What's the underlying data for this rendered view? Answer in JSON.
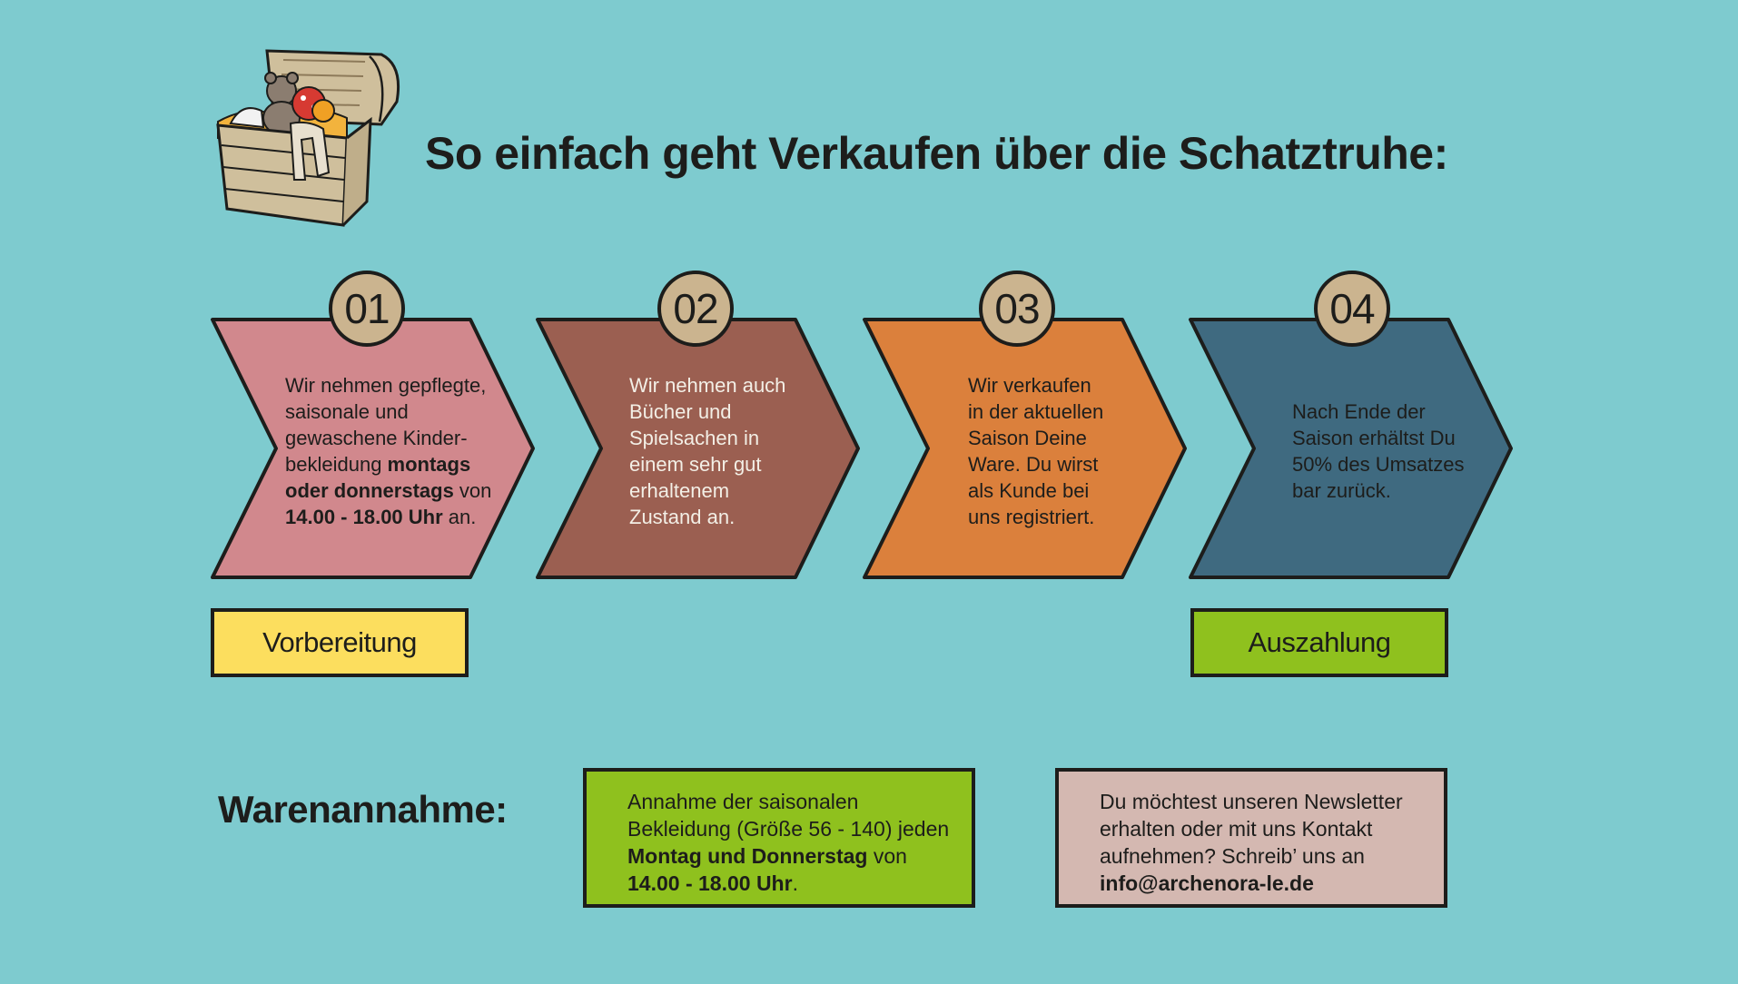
{
  "header": {
    "title": "So einfach geht Verkaufen über die Schatztruhe:"
  },
  "colors": {
    "background": "#7ecbcf",
    "step1": "#d1888d",
    "step2": "#9b5f51",
    "step3": "#db803c",
    "step4": "#3f6a80",
    "badge": "#cbb48f",
    "phase_prep": "#fcde5e",
    "phase_pay": "#8fc11e",
    "box_green": "#8fc11e",
    "box_pink": "#d4b8b1"
  },
  "icons": [
    "treasure-chest-icon"
  ],
  "steps": [
    {
      "number": "01",
      "lines": [
        {
          "plain": "Wir nehmen gepflegte,"
        },
        {
          "plain": "saisonale und"
        },
        {
          "plain": "gewaschene Kinder-"
        },
        {
          "plain": "bekleidung ",
          "bold": "montags"
        },
        {
          "bold": "oder donnerstags",
          "plain": " von"
        },
        {
          "bold": "14.00 - 18.00 Uhr",
          "plain": " an."
        }
      ]
    },
    {
      "number": "02",
      "lines": [
        {
          "plain": "Wir nehmen auch"
        },
        {
          "plain": "Bücher und"
        },
        {
          "plain": "Spielsachen in"
        },
        {
          "plain": "einem sehr gut"
        },
        {
          "plain": "erhaltenem"
        },
        {
          "plain": "Zustand an."
        }
      ]
    },
    {
      "number": "03",
      "lines": [
        {
          "plain": "Wir verkaufen"
        },
        {
          "plain": "in der aktuellen"
        },
        {
          "plain": "Saison Deine"
        },
        {
          "plain": "Ware. Du wirst"
        },
        {
          "plain": "als Kunde bei"
        },
        {
          "plain": "uns registriert."
        }
      ]
    },
    {
      "number": "04",
      "lines": [
        {
          "plain": "Nach Ende der"
        },
        {
          "plain": "Saison erhältst Du"
        },
        {
          "plain": "50% des Umsatzes"
        },
        {
          "plain": "bar zurück."
        }
      ]
    }
  ],
  "phases": {
    "preparation": "Vorbereitung",
    "payout": "Auszahlung"
  },
  "goods_intake": {
    "label": "Warenannahme:",
    "box": {
      "lines": [
        {
          "plain": "Annahme der saisonalen"
        },
        {
          "plain": "Bekleidung (Größe 56 - 140) jeden"
        },
        {
          "bold": "Montag und Donnerstag",
          "plain": " von"
        },
        {
          "bold": "14.00 - 18.00 Uhr",
          "plain": "."
        }
      ]
    }
  },
  "contact": {
    "lines": [
      {
        "plain": "Du möchtest unseren Newsletter"
      },
      {
        "plain": "erhalten oder mit uns Kontakt"
      },
      {
        "plain": "aufnehmen? Schreib’ uns an"
      },
      {
        "bold": "info@archenora-le.de"
      }
    ]
  }
}
